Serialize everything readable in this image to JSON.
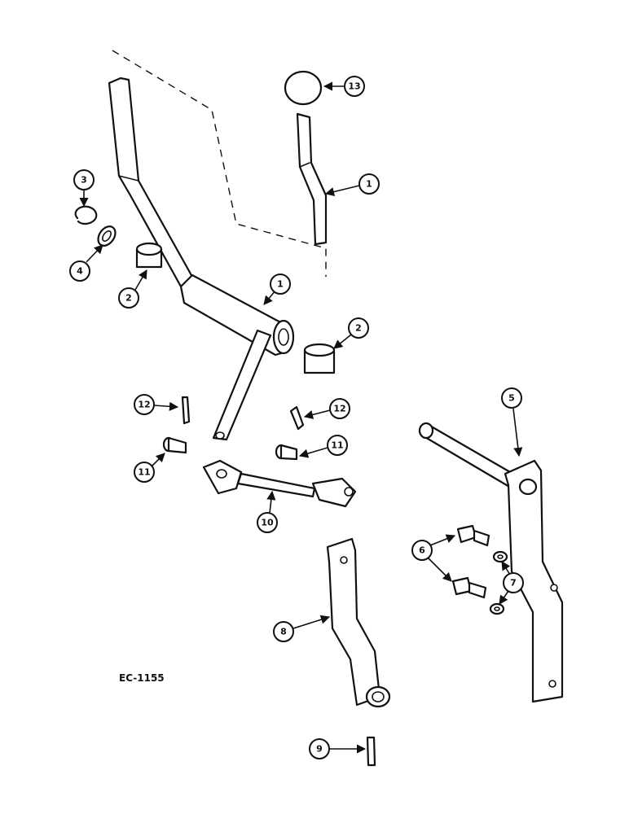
{
  "drawing_id": "EC-1155",
  "callouts": {
    "c13": "13",
    "c1_upper": "1",
    "c3": "3",
    "c4": "4",
    "c2_left": "2",
    "c1_lower": "1",
    "c2_right": "2",
    "c12_left": "12",
    "c12_right": "12",
    "c5": "5",
    "c11_left": "11",
    "c11_right": "11",
    "c10": "10",
    "c6": "6",
    "c7": "7",
    "c8": "8",
    "c9": "9"
  }
}
